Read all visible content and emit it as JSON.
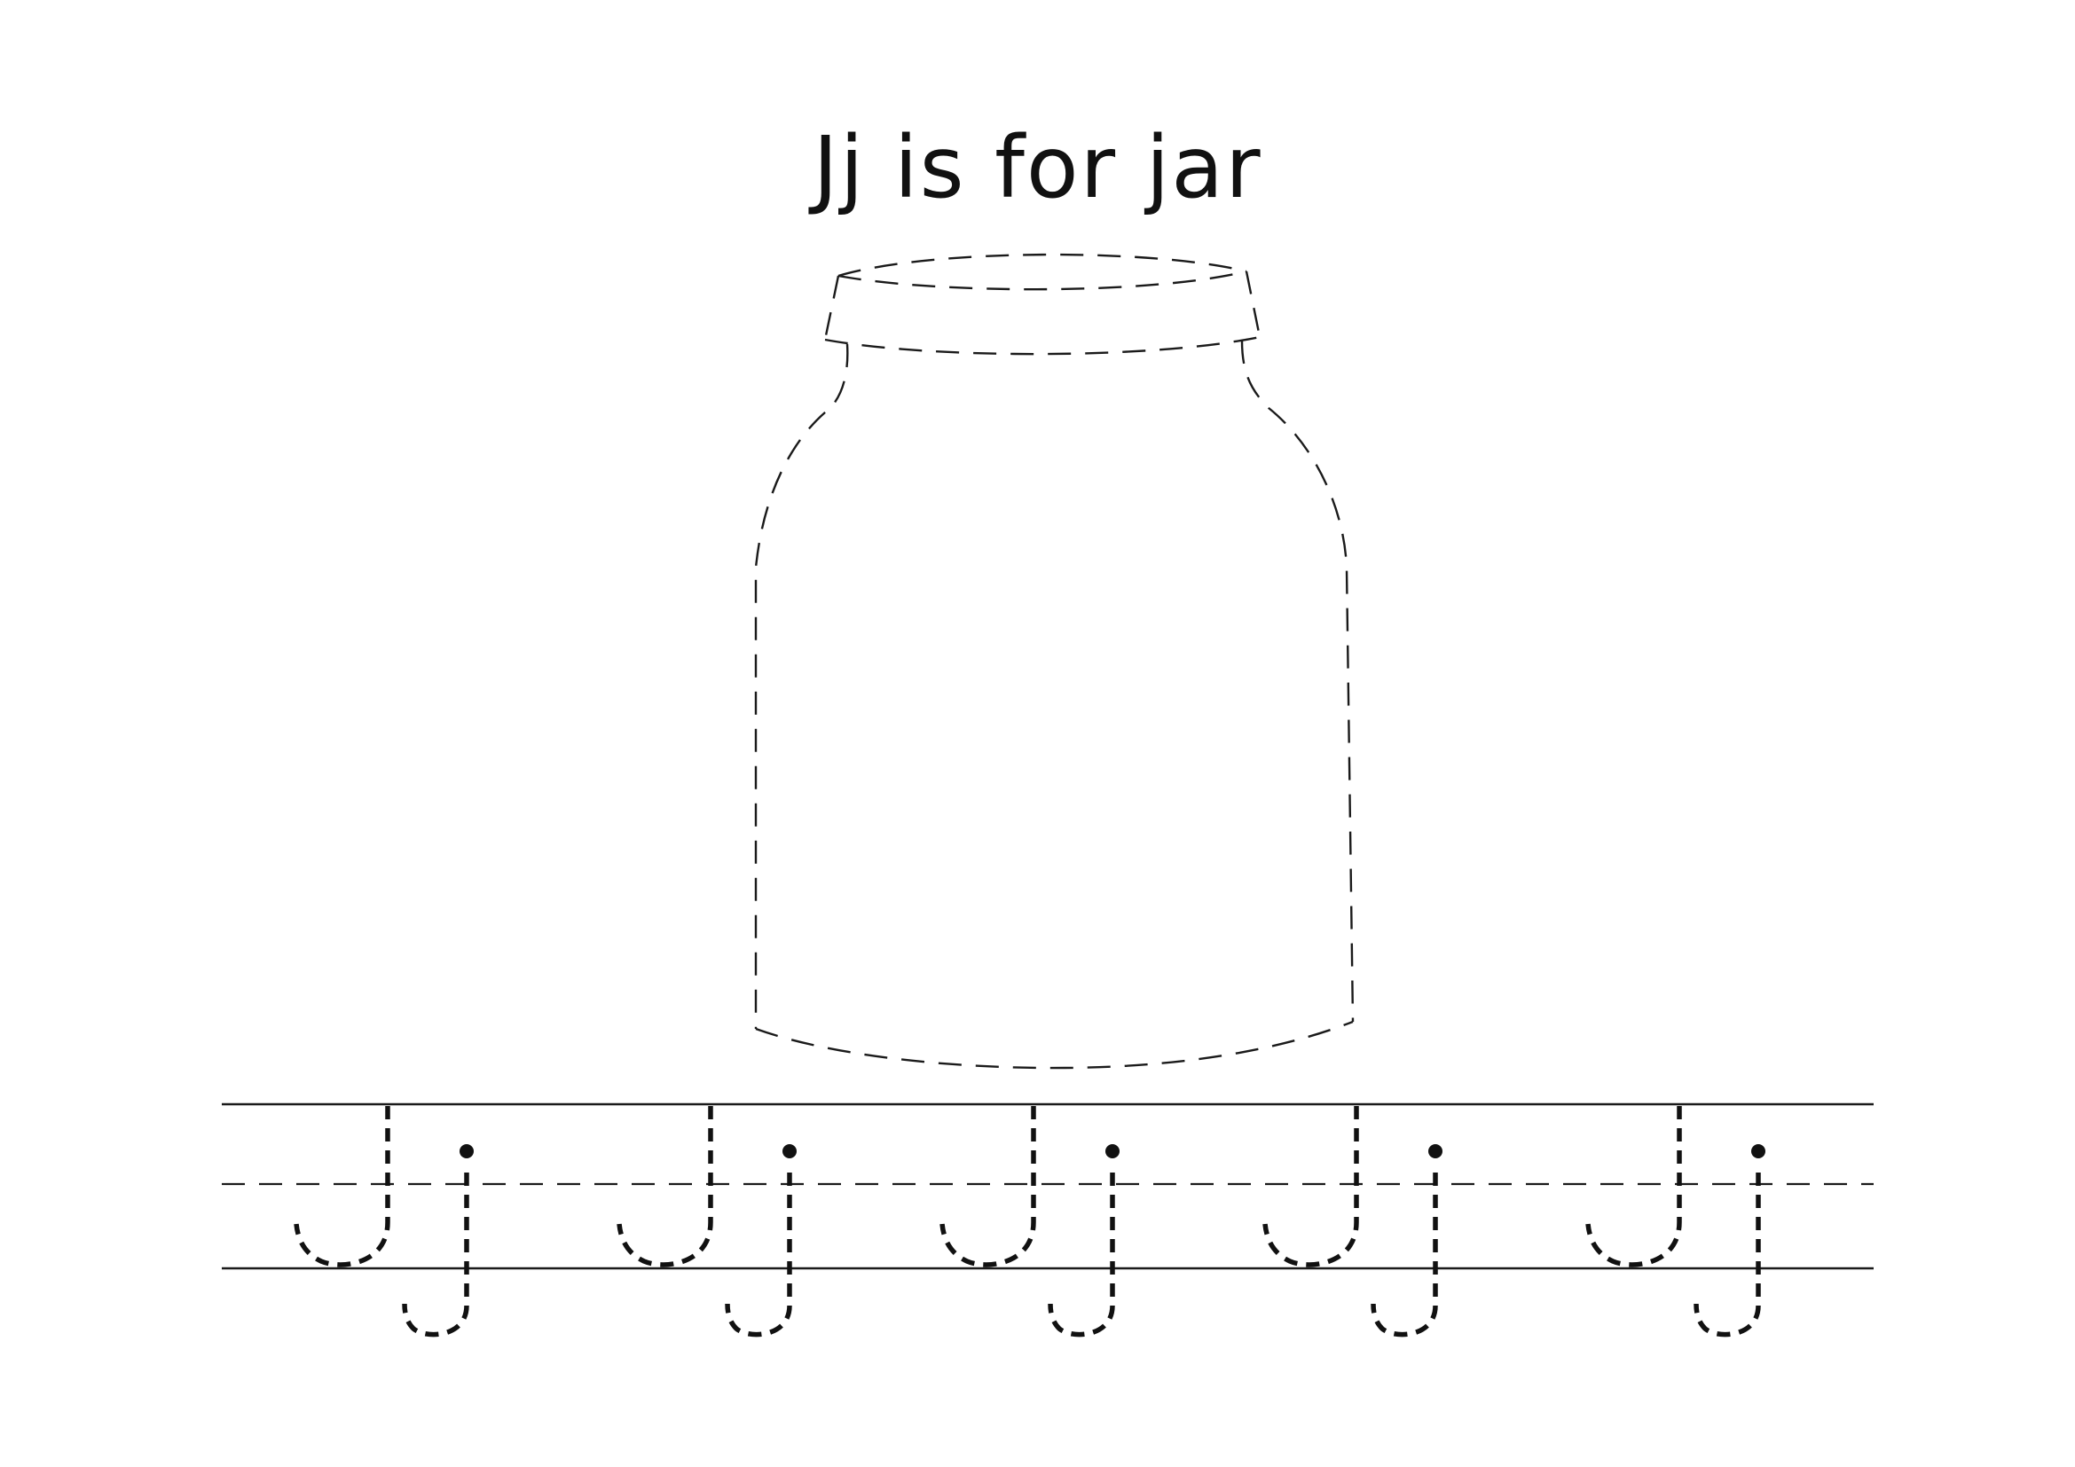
{
  "worksheet": {
    "title": "Jj is for jar",
    "picture": "jar",
    "traced_letters": [
      "Jj",
      "Jj",
      "Jj",
      "Jj",
      "Jj"
    ]
  }
}
